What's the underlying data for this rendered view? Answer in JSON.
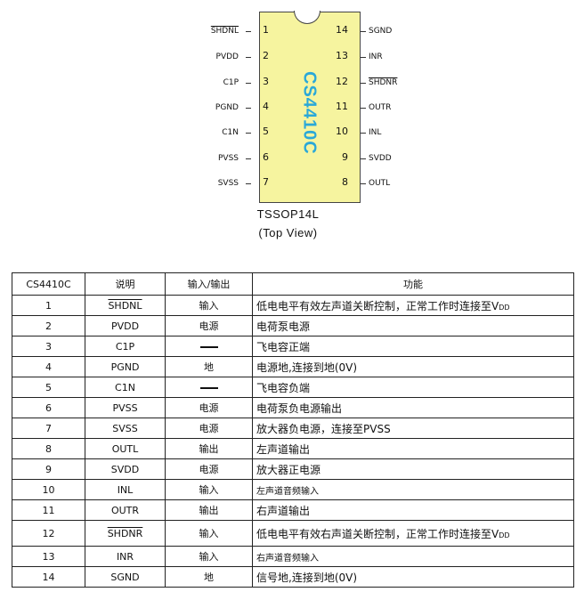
{
  "diagram": {
    "part_number": "CS4410C",
    "package_name": "TSSOP14L",
    "package_view": "(Top View)",
    "left_pins": [
      {
        "num": "1",
        "name": "SHDNL",
        "overline": true
      },
      {
        "num": "2",
        "name": "PVDD",
        "overline": false
      },
      {
        "num": "3",
        "name": "C1P",
        "overline": false
      },
      {
        "num": "4",
        "name": "PGND",
        "overline": false
      },
      {
        "num": "5",
        "name": "C1N",
        "overline": false
      },
      {
        "num": "6",
        "name": "PVSS",
        "overline": false
      },
      {
        "num": "7",
        "name": "SVSS",
        "overline": false
      }
    ],
    "right_pins": [
      {
        "num": "14",
        "name": "SGND",
        "overline": false
      },
      {
        "num": "13",
        "name": "INR",
        "overline": false
      },
      {
        "num": "12",
        "name": "SHDNR",
        "overline": true
      },
      {
        "num": "11",
        "name": "OUTR",
        "overline": false
      },
      {
        "num": "10",
        "name": "INL",
        "overline": false
      },
      {
        "num": "9",
        "name": "SVDD",
        "overline": false
      },
      {
        "num": "8",
        "name": "OUTL",
        "overline": false
      }
    ],
    "colors": {
      "chip_body": "#f6f49f",
      "part_mark": "#2aa8d8"
    }
  },
  "table": {
    "headers": [
      "CS4410C",
      "说明",
      "输入/输出",
      "功能"
    ],
    "rows": [
      {
        "pin": "1",
        "name": "SHDNL",
        "overline": true,
        "io": "输入",
        "func": "低电电平有效左声道关断控制，正常工作时连接至V",
        "func_sub": "DD",
        "small": false
      },
      {
        "pin": "2",
        "name": "PVDD",
        "overline": false,
        "io": "电源",
        "func": "电荷泵电源",
        "func_sub": "",
        "small": false
      },
      {
        "pin": "3",
        "name": "C1P",
        "overline": false,
        "io": "—",
        "func": "飞电容正端",
        "func_sub": "",
        "small": false
      },
      {
        "pin": "4",
        "name": "PGND",
        "overline": false,
        "io": "地",
        "func": "电源地,连接到地(0V)",
        "func_sub": "",
        "small": false
      },
      {
        "pin": "5",
        "name": "C1N",
        "overline": false,
        "io": "—",
        "func": "飞电容负端",
        "func_sub": "",
        "small": false
      },
      {
        "pin": "6",
        "name": "PVSS",
        "overline": false,
        "io": "电源",
        "func": "电荷泵负电源输出",
        "func_sub": "",
        "small": false
      },
      {
        "pin": "7",
        "name": "SVSS",
        "overline": false,
        "io": "电源",
        "func": "放大器负电源，连接至PVSS",
        "func_sub": "",
        "small": false
      },
      {
        "pin": "8",
        "name": "OUTL",
        "overline": false,
        "io": "输出",
        "func": "左声道输出",
        "func_sub": "",
        "small": false
      },
      {
        "pin": "9",
        "name": "SVDD",
        "overline": false,
        "io": "电源",
        "func": "放大器正电源",
        "func_sub": "",
        "small": false
      },
      {
        "pin": "10",
        "name": "INL",
        "overline": false,
        "io": "输入",
        "func": "左声道音频输入",
        "func_sub": "",
        "small": true
      },
      {
        "pin": "11",
        "name": "OUTR",
        "overline": false,
        "io": "输出",
        "func": "右声道输出",
        "func_sub": "",
        "small": false
      },
      {
        "pin": "12",
        "name": "SHDNR",
        "overline": true,
        "io": "输入",
        "func": "低电电平有效右声道关断控制，正常工作时连接至V",
        "func_sub": "DD",
        "small": false
      },
      {
        "pin": "13",
        "name": "INR",
        "overline": false,
        "io": "输入",
        "func": "右声道音频输入",
        "func_sub": "",
        "small": true
      },
      {
        "pin": "14",
        "name": "SGND",
        "overline": false,
        "io": "地",
        "func": "信号地,连接到地(0V)",
        "func_sub": "",
        "small": false
      }
    ]
  }
}
